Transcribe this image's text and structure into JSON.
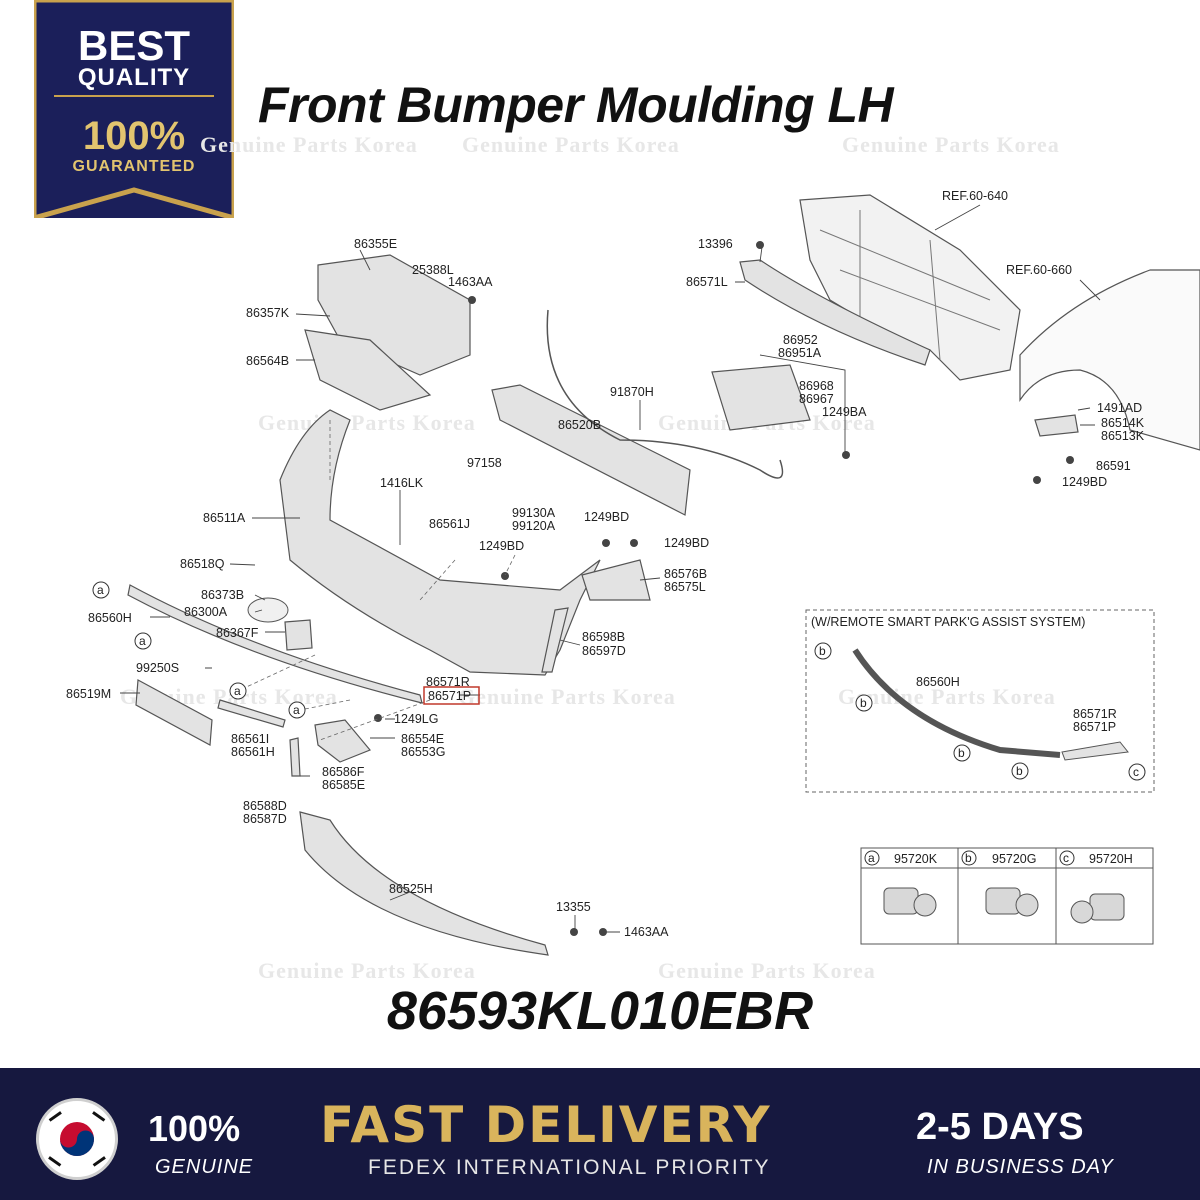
{
  "badge": {
    "line1": "BEST",
    "line2": "QUALITY",
    "line3": "100%",
    "line4": "GUARANTEED"
  },
  "title": "Front Bumper Moulding LH",
  "watermark": "Genuine Parts Korea",
  "labels": {
    "ref_60_640": "REF.60-640",
    "ref_60_660": "REF.60-660",
    "l13396": "13396",
    "l86571L": "86571L",
    "l86952": "86952",
    "l86951A": "86951A",
    "l86968": "86968",
    "l86967": "86967",
    "l1249BA": "1249BA",
    "l1491AD": "1491AD",
    "l86514K": "86514K",
    "l86513K": "86513K",
    "l86591": "86591",
    "l1249BD_r": "1249BD",
    "l86355E": "86355E",
    "l25388L": "25388L",
    "l1463AA_t": "1463AA",
    "l86357K": "86357K",
    "l86564B": "86564B",
    "l91870H": "91870H",
    "l86520B": "86520B",
    "l97158": "97158",
    "l1416LK": "1416LK",
    "l86511A": "86511A",
    "l86561J": "86561J",
    "l99130A": "99130A",
    "l99120A": "99120A",
    "l1249BD_a": "1249BD",
    "l1249BD_b": "1249BD",
    "l1249BD_c": "1249BD",
    "l86518Q": "86518Q",
    "l86576B": "86576B",
    "l86575L": "86575L",
    "l86373B": "86373B",
    "l86300A": "86300A",
    "l86560H": "86560H",
    "l86367F": "86367F",
    "l86598B": "86598B",
    "l86597D": "86597D",
    "l99250S": "99250S",
    "l86571R": "86571R",
    "l86571P": "86571P",
    "l86519M": "86519M",
    "l1249LG": "1249LG",
    "l86554E": "86554E",
    "l86553G": "86553G",
    "l86561I": "86561I",
    "l86561H": "86561H",
    "l86586F": "86586F",
    "l86585E": "86585E",
    "l86588D": "86588D",
    "l86587D": "86587D",
    "l86525H": "86525H",
    "l13355": "13355",
    "l1463AA_b": "1463AA",
    "rspa_title": "(W/REMOTE SMART PARK'G ASSIST SYSTEM)",
    "rspa_86560H": "86560H",
    "rspa_86571R": "86571R",
    "rspa_86571P": "86571P",
    "sensor_a": "95720K",
    "sensor_b": "95720G",
    "sensor_c": "95720H",
    "ca": "a",
    "cb": "b",
    "cc": "c"
  },
  "part_number": "86593KL010EBR",
  "footer": {
    "genuine_pct": "100%",
    "genuine": "GENUINE",
    "fast": "FAST DELIVERY",
    "fedex": "FEDEX INTERNATIONAL PRIORITY",
    "days": "2-5 DAYS",
    "business": "IN BUSINESS DAY"
  },
  "colors": {
    "navy": "#16183f",
    "gold": "#d9b45c",
    "highlight": "#c0392b"
  }
}
